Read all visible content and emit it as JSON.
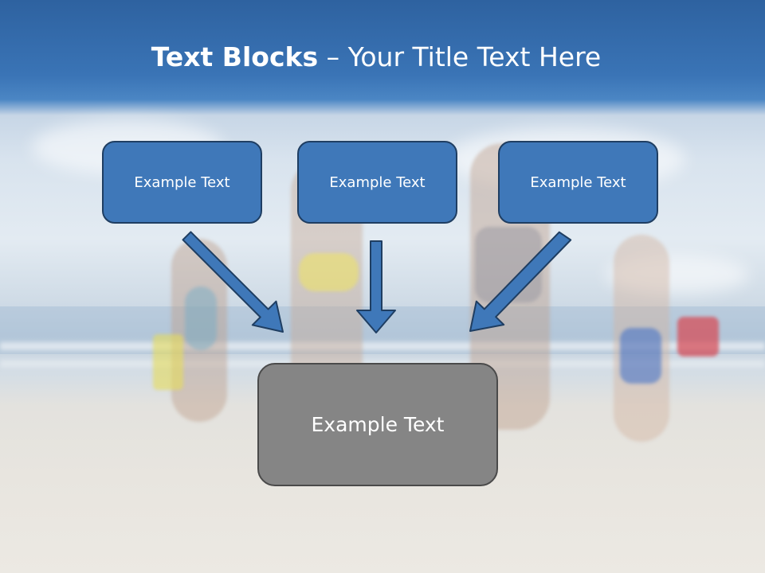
{
  "title": {
    "bold": "Text Blocks",
    "separator": " – ",
    "rest": "Your Title Text Here"
  },
  "blocks": [
    {
      "label": "Example Text"
    },
    {
      "label": "Example Text"
    },
    {
      "label": "Example Text"
    }
  ],
  "result": {
    "label": "Example Text"
  },
  "colors": {
    "header": "#3a74b6",
    "box_fill": "#3f78b9",
    "box_border": "#1f3e62",
    "result_fill": "#858585",
    "result_border": "#4a4a4a",
    "arrow_fill": "#3f78b9",
    "arrow_stroke": "#1f3e62"
  }
}
